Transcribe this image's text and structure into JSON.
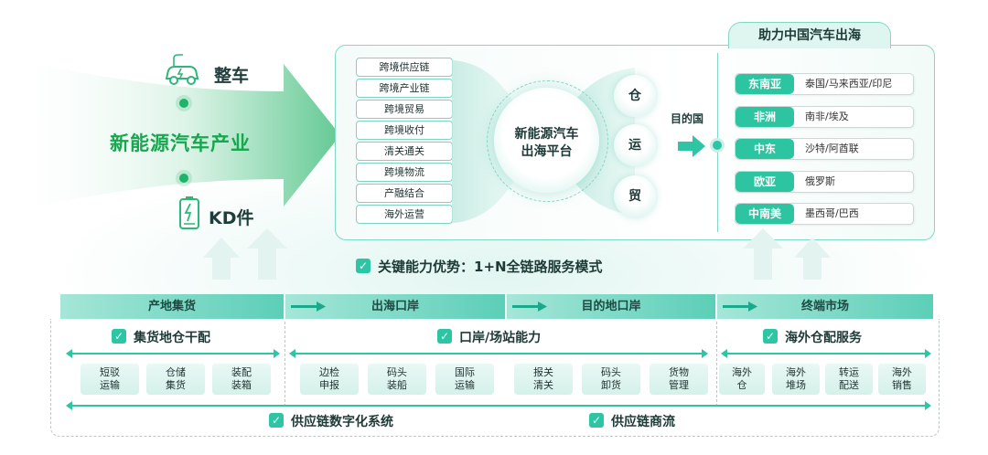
{
  "left": {
    "vehicle_label": "整车",
    "kd_label": "KD件",
    "industry_label": "新能源汽车产业"
  },
  "platform": {
    "services": [
      "跨境供应链",
      "跨境产业链",
      "跨境贸易",
      "跨境收付",
      "清关通关",
      "跨境物流",
      "产融结合",
      "海外运营"
    ],
    "core_line1": "新能源汽车",
    "core_line2": "出海平台",
    "bubbles": [
      "仓",
      "运",
      "贸"
    ],
    "destination_label": "目的国"
  },
  "destinations": {
    "title": "助力中国汽车出海",
    "regions": [
      {
        "name": "东南亚",
        "countries": "泰国/马来西亚/印尼"
      },
      {
        "name": "非洲",
        "countries": "南非/埃及"
      },
      {
        "name": "中东",
        "countries": "沙特/阿酋联"
      },
      {
        "name": "欧亚",
        "countries": "俄罗斯"
      },
      {
        "name": "中南美",
        "countries": "墨西哥/巴西"
      }
    ]
  },
  "advantage": "关键能力优势：1+N全链路服务模式",
  "stages": [
    "产地集货",
    "出海口岸",
    "目的地口岸",
    "终端市场"
  ],
  "sections": {
    "consolidation": {
      "title": "集货地仓干配",
      "items": [
        [
          "短驳",
          "运输"
        ],
        [
          "仓储",
          "集货"
        ],
        [
          "装配",
          "装箱"
        ]
      ]
    },
    "port": {
      "title": "口岸/场站能力",
      "items": [
        [
          "边检",
          "申报"
        ],
        [
          "码头",
          "装船"
        ],
        [
          "国际",
          "运输"
        ],
        [
          "报关",
          "清关"
        ],
        [
          "码头",
          "卸货"
        ],
        [
          "货物",
          "管理"
        ]
      ]
    },
    "overseas": {
      "title": "海外仓配服务",
      "items": [
        [
          "海外",
          "仓"
        ],
        [
          "海外",
          "堆场"
        ],
        [
          "转运",
          "配送"
        ],
        [
          "海外",
          "销售"
        ]
      ]
    }
  },
  "footer": {
    "digital": "供应链数字化系统",
    "commerce": "供应链商流"
  },
  "colors": {
    "accent": "#2ec5a4",
    "industry_green": "#15a84e",
    "stage_bar": "#5ccfb7"
  }
}
